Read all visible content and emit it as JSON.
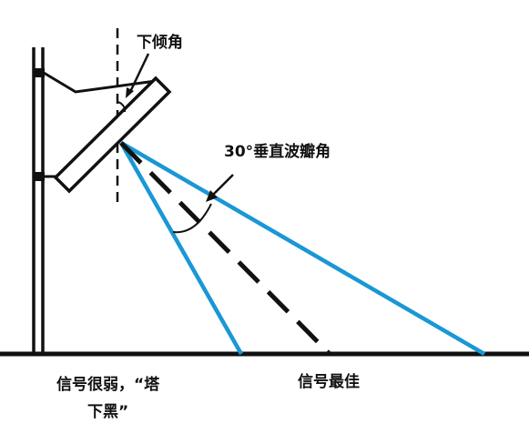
{
  "labels": {
    "downtilt": "下倾角",
    "vertical_beamwidth": "30°垂直波瓣角",
    "weak_signal_line1": "信号很弱，“塔",
    "weak_signal_line2": "下黑”",
    "best_signal": "信号最佳"
  },
  "colors": {
    "beam": "#1a97d4",
    "stroke": "#111111",
    "background": "#ffffff"
  }
}
